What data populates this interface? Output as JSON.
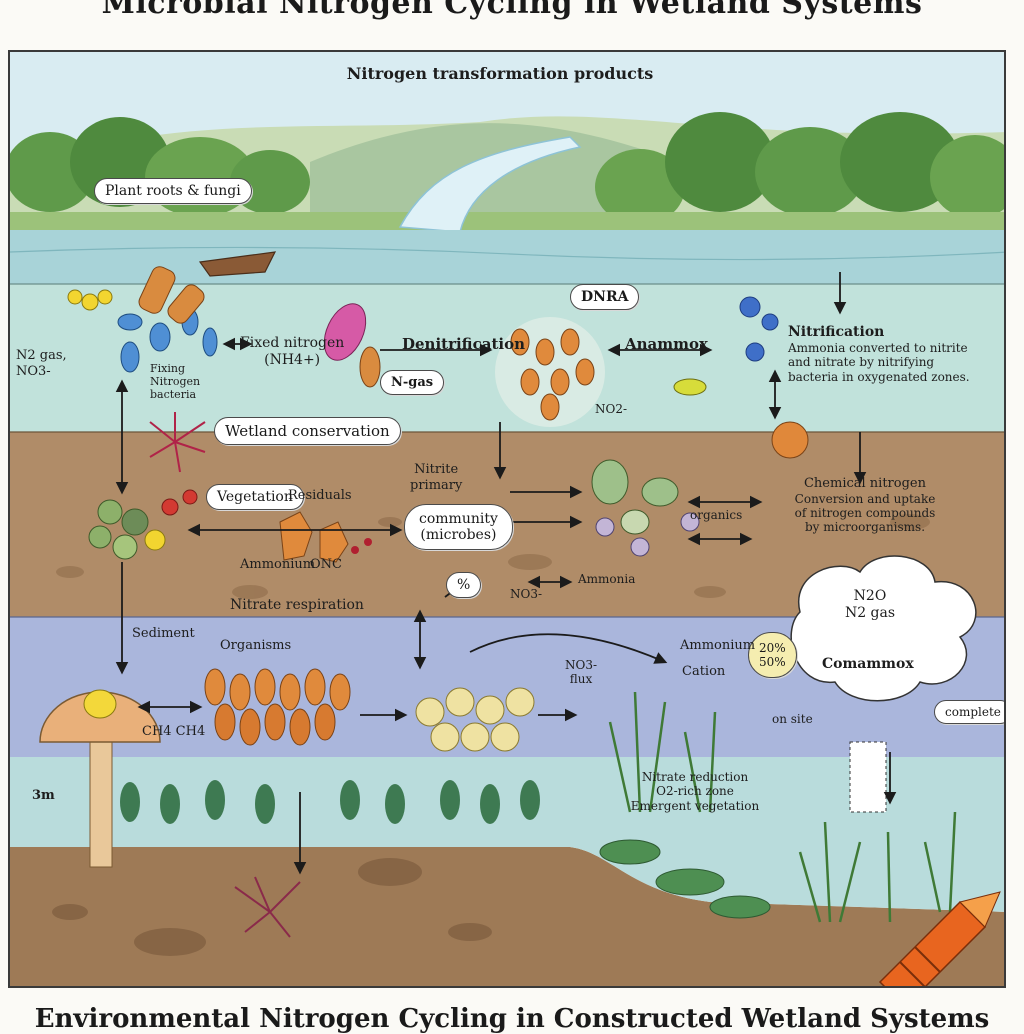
{
  "titles": {
    "top": "Microbial Nitrogen Cycling in Wetland Systems",
    "bottom": "Environmental Nitrogen Cycling in Constructed Wetland Systems",
    "panel": "Nitrogen transformation products"
  },
  "labels": {
    "plant_groups": "Plant roots & fungi",
    "dnra": "DNRA",
    "anammox": "Anammox",
    "denitrification": "Denitrification",
    "fixed_nitrogen": "Fixed nitrogen",
    "fixed_nitrogen_sub": "(NH4+)",
    "y_left": "N2 gas,",
    "y_left2": "NO3-",
    "fixing_bacteria": "Fixing",
    "fixing_bacteria2": "Nitrogen",
    "fixing_bacteria3": "bacteria",
    "ngic": "N-gas",
    "dng_cig": "NO2-",
    "nitrification_title": "Nitrification",
    "nitrification_desc1": "Ammonia converted to nitrite",
    "nitrification_desc2": "and nitrate by nitrifying",
    "nitrification_desc3": "bacteria in oxygenated zones.",
    "wetland_conservation": "Wetland conservation",
    "nitrite_primary": "Nitrite",
    "nitrite_primary2": "primary",
    "community": "community",
    "community_sub": "(microbes)",
    "vag": "Vegetation",
    "residuals": "Residuals",
    "ammo": "Ammonium",
    "ongac": "ONC",
    "organics_s": "organics",
    "chemical_nitrogen": "Chemical nitrogen",
    "chemical_nitrogen_desc1": "Conversion and uptake",
    "chemical_nitrogen_desc2": "of nitrogen compounds",
    "chemical_nitrogen_desc3": "by microorganisms.",
    "nitrate_respiration": "Nitrate respiration",
    "pct_bubble": "%",
    "co_cig": "NO3-",
    "ammonia": "Ammonia",
    "sediment": "Sediment",
    "organisms": "Organisms",
    "ch_pair": "CH4  CH4",
    "nitrate_flux": "NO3-",
    "nitrate_flux2": "flux",
    "ammonium_label": "Ammonium",
    "cation": "Cation",
    "n2o_cig1": "N2O",
    "n2o_cig2": "N2 gas",
    "comammox": "Comammox",
    "pct1": "20%",
    "pct2": "50%",
    "on_fle": "on site",
    "comammox_small": "complete",
    "nitrate_reduction": "Nitrate reduction",
    "nitrate_reduction2": "O2-rich zone",
    "nitrate_reduction3": "Emergent vegetation",
    "depth": "3m"
  },
  "colors": {
    "sky": "#d7ebf1",
    "water_top": "#a8d3d8",
    "water_mid": "#bfe0db",
    "soil": "#b08c68",
    "deep_water": "#aab6dc",
    "lower_water": "#b9dcdc",
    "sediment": "#9e7a56",
    "tree": "#5f9a4a",
    "tree_dark": "#3f7a36",
    "orange": "#e08a3c",
    "blue_microbe": "#4f8fd4",
    "pink": "#d65aa6",
    "crayon": "#e8651f"
  }
}
